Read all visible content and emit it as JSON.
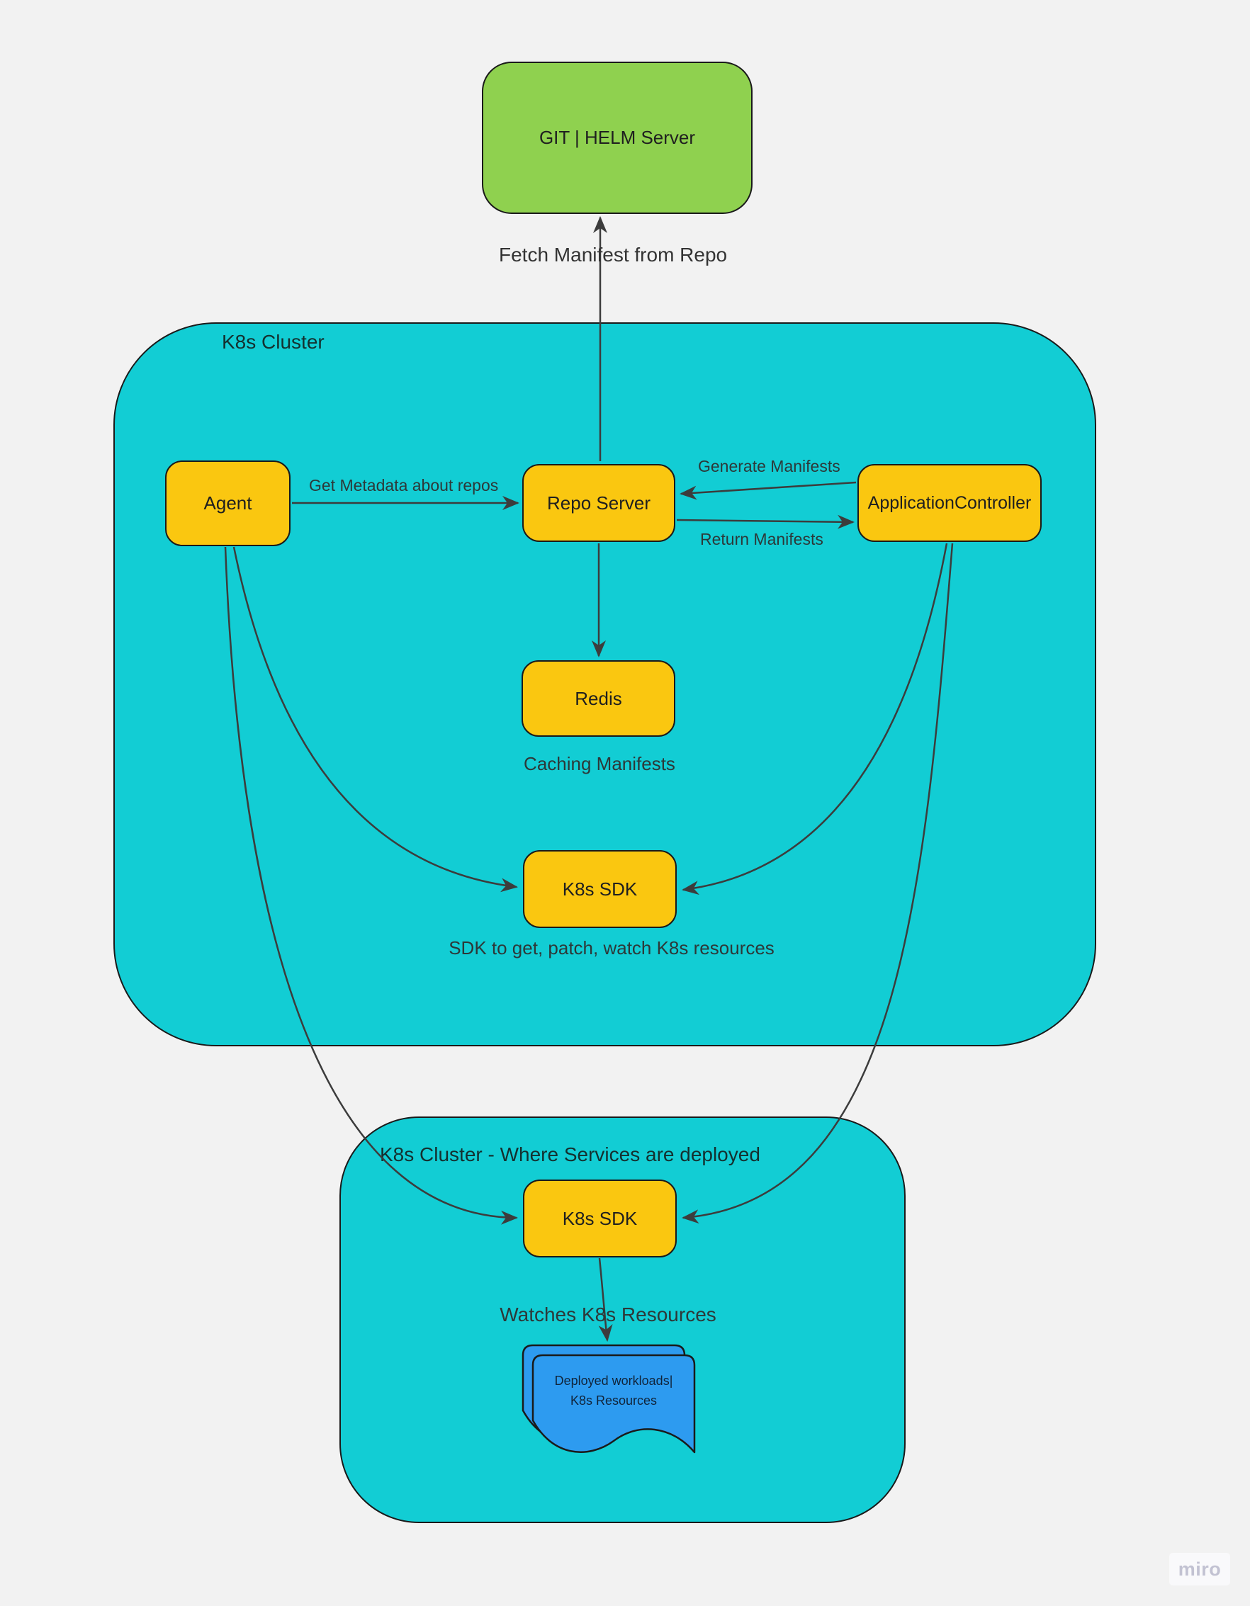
{
  "clusters": {
    "main": {
      "title": "K8s Cluster"
    },
    "deploy": {
      "title": "K8s Cluster - Where Services are deployed"
    }
  },
  "nodes": {
    "git_helm": {
      "label": "GIT | HELM Server"
    },
    "agent": {
      "label": "Agent"
    },
    "repo_server": {
      "label": "Repo Server"
    },
    "application_controller": {
      "label": "ApplicationController"
    },
    "redis": {
      "label": "Redis"
    },
    "k8s_sdk_main": {
      "label": "K8s SDK"
    },
    "k8s_sdk_deploy": {
      "label": "K8s SDK"
    },
    "workloads_document": {
      "line1": "Deployed workloads|",
      "line2": "K8s Resources"
    }
  },
  "edge_labels": {
    "fetch_manifest": "Fetch Manifest from Repo",
    "get_metadata": "Get Metadata about repos",
    "generate_manifests": "Generate Manifests",
    "return_manifests": "Return Manifests",
    "caching_manifests": "Caching Manifests",
    "sdk_description": "SDK to get, patch, watch K8s resources",
    "watches_resources": "Watches K8s Resources"
  },
  "watermark": {
    "label": "miro"
  },
  "colors": {
    "cyan": "#12cdd4",
    "yellow": "#fac710",
    "green": "#8fd14f",
    "blue": "#2d9bf0",
    "bg": "#f2f2f2",
    "stroke": "#1a1a1a",
    "connector": "#3c3c3c",
    "watermark": "#c2c2d2"
  }
}
